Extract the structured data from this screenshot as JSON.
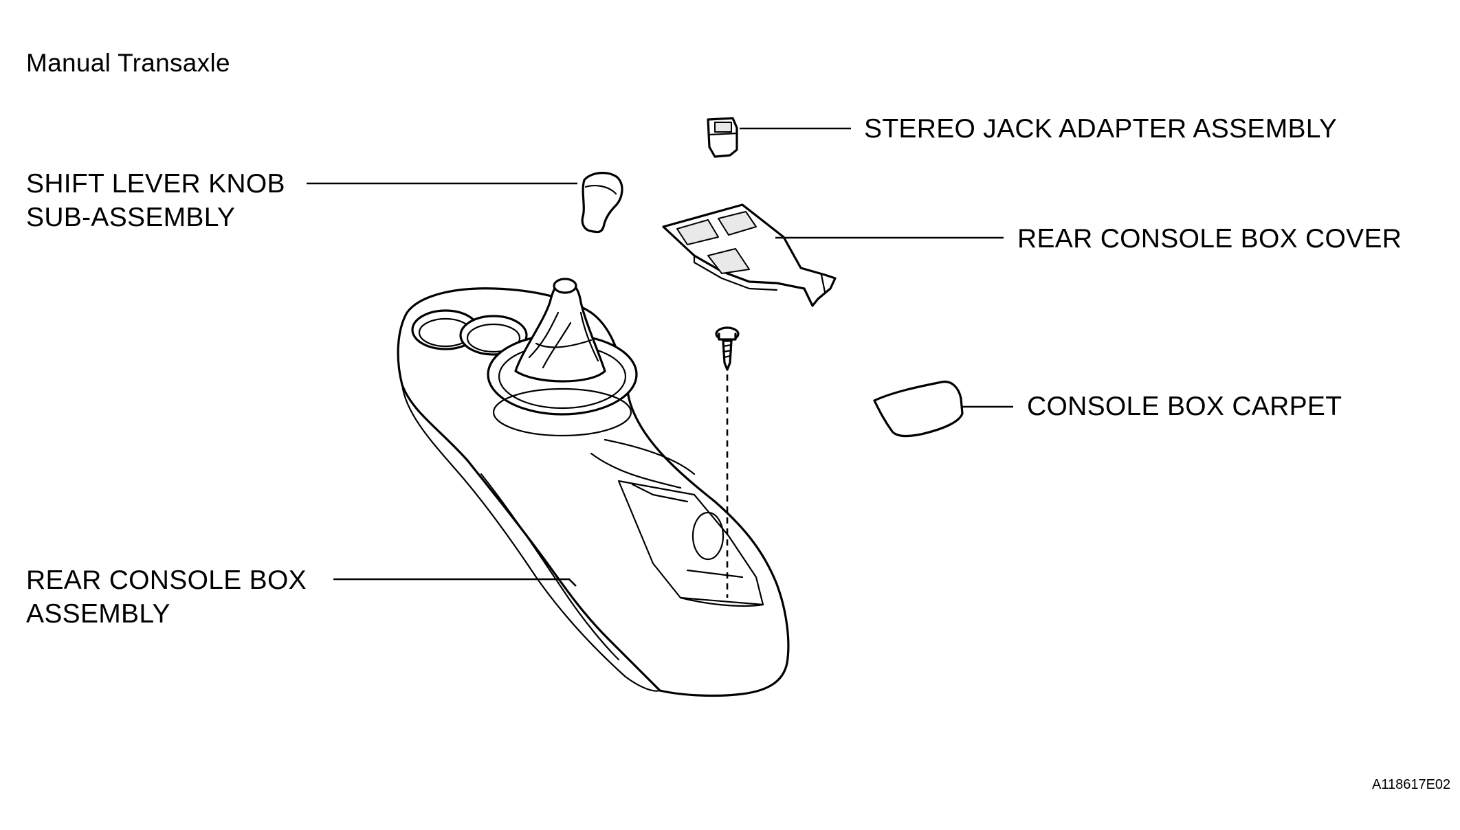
{
  "title": "Manual Transaxle",
  "drawing_code": "A118617E02",
  "callouts": {
    "stereo_jack": [
      "STEREO JACK ADAPTER ASSEMBLY"
    ],
    "shift_knob": [
      "SHIFT LEVER KNOB",
      "SUB-ASSEMBLY"
    ],
    "rear_cover": [
      "REAR CONSOLE BOX COVER"
    ],
    "carpet": [
      "CONSOLE BOX CARPET"
    ],
    "rear_box": [
      "REAR CONSOLE BOX",
      "ASSEMBLY"
    ]
  }
}
